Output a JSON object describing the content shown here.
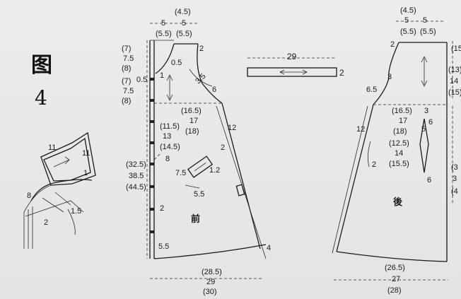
{
  "figure": {
    "label": "图",
    "number": "4"
  },
  "detail": {
    "labels": [
      "11",
      "11",
      "1",
      "8",
      "2",
      "1.5"
    ]
  },
  "front": {
    "piece_label": "前",
    "top_widths": [
      "(4.5)",
      "5",
      "5",
      "(5.5)",
      "(5.5)"
    ],
    "left_dims": [
      "(7)",
      "7.5",
      "(8)",
      "(7)",
      "7.5",
      "(8)",
      "0.5",
      "1"
    ],
    "neck": [
      "0.5",
      "2",
      "3.5",
      "6"
    ],
    "chest": [
      "(16.5)",
      "17",
      "(18)",
      "(11.5)",
      "13",
      "(14.5)",
      "8",
      "12",
      "2"
    ],
    "length": [
      "(32.5)",
      "38.5",
      "(44.5)"
    ],
    "pocket": [
      "7.5",
      "1.2",
      "5.5"
    ],
    "hem_side": [
      "2",
      "5.5",
      "4"
    ],
    "bottom_widths": [
      "(28.5)",
      "29",
      "(30)"
    ]
  },
  "belt": {
    "length": "29",
    "width": "2"
  },
  "back": {
    "piece_label": "後",
    "top_widths": [
      "(4.5)",
      "5",
      "5",
      "(5.5)",
      "(5.5)"
    ],
    "neck": [
      "2",
      "3",
      "6.5",
      "12",
      "2"
    ],
    "chest": [
      "(16.5)",
      "17",
      "(18)",
      "(12.5)",
      "14",
      "(15.5)",
      "3",
      "5",
      "6",
      "6"
    ],
    "right_dims": [
      "(15",
      "(13)",
      "14",
      "(15)",
      "(3",
      "3",
      "(4"
    ],
    "bottom_widths": [
      "(26.5)",
      "27",
      "(28)"
    ]
  }
}
